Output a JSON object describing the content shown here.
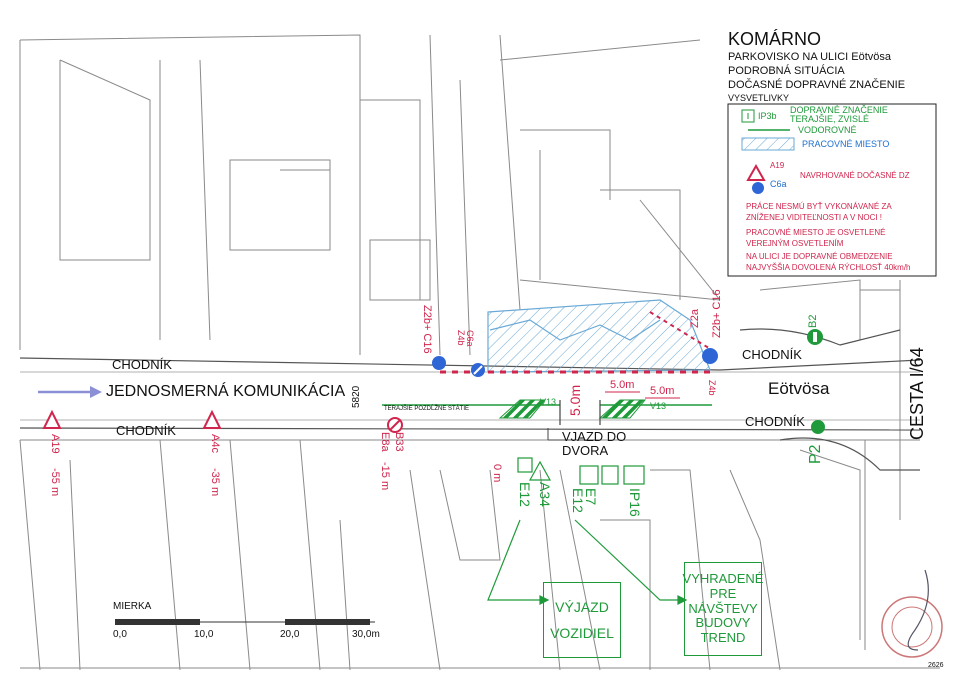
{
  "legend": {
    "city": "KOMÁRNO",
    "line1": "PARKOVISKO NA ULICI Eötvösa",
    "line2": "PODROBNÁ SITUÁCIA",
    "line3": "DOČASNÉ DOPRAVNÉ ZNAČENIE",
    "heading": "VYSVETLIVKY",
    "ip3b_code": "IP3b",
    "existing_signs": "DOPRAVNÉ ZNAČENIE TERAJŠIE, ZVISLÉ",
    "horizontal": "VODOROVNÉ",
    "work_area": "PRACOVNÉ MIESTO",
    "a19_code": "A19",
    "c6a_code": "C6a",
    "proposed": "NAVRHOVANÉ DOČASNÉ DZ",
    "note1": "PRÁCE NESMÚ BYŤ VYKONÁVANÉ ZA ZNÍŽENEJ VIDITEĽNOSTI A V NOCI !",
    "note2": "PRACOVNÉ MIESTO JE OSVETLENÉ VEREJNÝM OSVETLENÍM",
    "note3": "NA ULICI JE DOPRAVNÉ OBMEDZENIE NAJVYŠŠIA DOVOLENÁ RÝCHLOSŤ 40km/h"
  },
  "map": {
    "chodnik_top_left": "CHODNÍK",
    "chodnik_top_right": "CHODNÍK",
    "chodnik_bottom_left": "CHODNÍK",
    "chodnik_bottom_right": "CHODNÍK",
    "one_way": "JEDNOSMERNÁ KOMUNIKÁCIA",
    "street_name": "Eötvösa",
    "cross_street": "CESTA I/64",
    "road_width": "5820",
    "parking_note": "TERAJŠIE POZDĹŽNE STÁTIE",
    "driveway": "VJAZD DO DVORA",
    "dim_5m_a": "5.0m",
    "dim_5m_b": "5.0m",
    "dim_5m_c": "5.0m",
    "v13_a": "V13",
    "v13_b": "V13",
    "zero_m": "0 m",
    "exit_box": [
      "VÝJAZD",
      "VOZIDIEL"
    ],
    "reserved_box": [
      "VYHRADENÉ",
      "PRE",
      "NÁVŠTEVY",
      "BUDOVY",
      "TREND"
    ],
    "scale_title": "MIERKA",
    "scale_ticks": [
      "0,0",
      "10,0",
      "20,0",
      "30,0m"
    ],
    "sheet_number": "2626"
  },
  "signs": {
    "a19_left": "A19",
    "a19_left_dist": "-55 m",
    "a4c": "A4c",
    "a4c_dist": "-35 m",
    "b33": "B33",
    "e8a": "E8a",
    "b33_dist": "-15 m",
    "z2b_c16_left": "Z2b+ C16",
    "c6a_z4b": "C6a Z4b",
    "z2a": "Z2a",
    "z2b_c16_right": "Z2b+ C16",
    "z4b": "Z4b",
    "b2": "B2",
    "p2": "P2",
    "a34": "A34",
    "e12_a": "E12",
    "e7": "E7",
    "e12_b": "E12",
    "ip16": "IP16"
  }
}
